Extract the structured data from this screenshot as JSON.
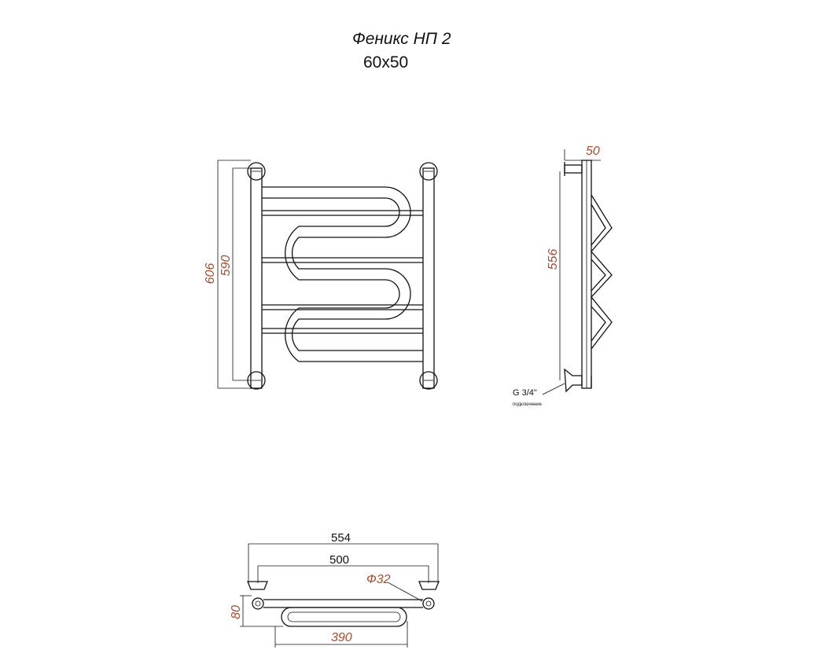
{
  "title": "Феникс НП 2",
  "subtitle": "60х50",
  "front_view": {
    "dim_overall_height": "606",
    "dim_axis_height": "590"
  },
  "side_view": {
    "dim_depth": "50",
    "dim_height": "556",
    "connection_label": "G 3/4\"",
    "connection_note": "подключение"
  },
  "top_view": {
    "dim_overall_width": "554",
    "dim_axis_width": "500",
    "dim_pipe_diameter": "Ф32",
    "dim_depth": "80",
    "dim_coil_width": "390"
  }
}
